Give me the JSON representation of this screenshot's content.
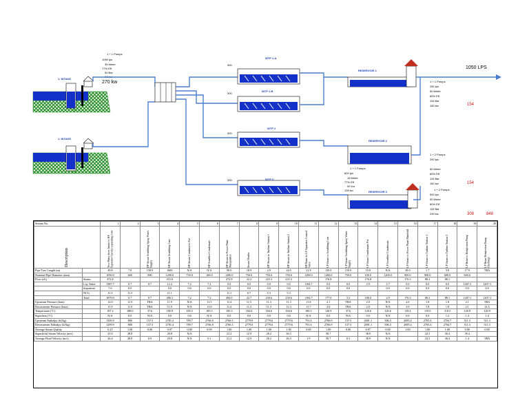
{
  "intakes": [
    {
      "label": "1. INTAKE"
    },
    {
      "label": "1. INTAKE"
    }
  ],
  "pump_intake": {
    "pumps": "1 + 1 Pumps",
    "flow": "1050  lps",
    "head": "35  Meter",
    "eff": "77%  Eff",
    "bar": "50  Bar",
    "kw": "90  kw",
    "lps": "270  kw"
  },
  "wtp": [
    {
      "label": "WTP 1-A",
      "tag": "300"
    },
    {
      "label": "WTP 1-B",
      "tag": "300"
    },
    {
      "label": "WTP 2",
      "tag": "300"
    },
    {
      "label": "WTP 3",
      "tag": "300"
    }
  ],
  "reservoirs": [
    {
      "label": "RESERVOIR 1"
    },
    {
      "label": "RESERVOIR 2"
    },
    {
      "label": "RESERVOIR 3"
    }
  ],
  "out_flow": "1050  LPS",
  "pump_r1": {
    "lines": [
      "1 + 1 Pumps",
      "250  lps",
      "50  Meter",
      "80%  Eff",
      "115  Bar",
      "160  kw"
    ],
    "red": "154"
  },
  "pump_r2": {
    "lines": [
      "1 + 2 Pumps",
      "250  lps",
      "",
      "50  Meter",
      "80%  Eff",
      "115  Bar",
      "160  kw"
    ],
    "red": "154"
  },
  "pump_r3": {
    "lines": [
      "1 + 2 Pumps",
      "500  lps",
      "50  Meter",
      "80%  Eff",
      "115  Bar",
      "290  kw"
    ],
    "red1": "308",
    "red2": "848"
  },
  "pump_mid": {
    "lines": [
      "1 + 1 Pumps",
      "600  lps",
      "18  Meter",
      "77%  Eff",
      "92  Kw",
      "108  kw"
    ]
  },
  "table": {
    "stream_label": "Stream No.",
    "desc_label": "Description",
    "columns": [
      {
        "n": "1",
        "desc": "Two-Phase from Intake to HP Separator Gravity separating zone"
      },
      {
        "n": "2",
        "desc": ""
      },
      {
        "n": "3",
        "desc": "HP Steam Scrubbing Spray Water Supply"
      },
      {
        "n": "4",
        "desc": "HP Steam Scrubbing Line"
      },
      {
        "n": "5",
        "desc": "HP Steam Condenser's Pot"
      },
      {
        "n": "6",
        "desc": "HP Scrubber Condensate"
      },
      {
        "n": "7",
        "desc": "HP Steam to Power Plant Manipulator"
      },
      {
        "n": "8",
        "desc": "Steam Header"
      },
      {
        "n": "9",
        "desc": "HP Steam to Turbine Station 1"
      },
      {
        "n": "10",
        "desc": "HP Steam to Turbine Station 2"
      },
      {
        "n": "11",
        "desc": "HP Brine to LP Separator Control Valve"
      },
      {
        "n": "12",
        "desc": "LP Steam to Scrubbing Line"
      },
      {
        "n": "13",
        "desc": "LP Steam Scrubbing Spray Water Supply"
      },
      {
        "n": "14",
        "desc": "LP Steam Condensate Pot"
      },
      {
        "n": "15",
        "desc": "LP Scrubber Condensate"
      },
      {
        "n": "16",
        "desc": "LP Steam to Power Plant Manifold"
      },
      {
        "n": "17",
        "desc": "LP Steam to Turbine Station 1"
      },
      {
        "n": "18",
        "desc": "LP Steam to Turbine Station 2"
      },
      {
        "n": "19",
        "desc": "LP Brine to Reinjection Pump"
      },
      {
        "n": "20",
        "desc": "LP Brine Reinjection Pump Discharge"
      }
    ],
    "rows": [
      {
        "label": "Pipe Tray Length (m)",
        "sub": "",
        "v": [
          "49.8",
          "7.8",
          "158.9",
          "1600",
          "N/A",
          "N/A",
          "90.0",
          "18.9",
          "4.9",
          "24.0",
          "21.8",
          "129.0",
          "159.9",
          "19.8",
          "N/A",
          "29.0",
          "1.7",
          "3.8",
          "17.9",
          "TBA"
        ]
      },
      {
        "label": "Nominal Pipe Diameter (mm)",
        "sub": "",
        "v": [
          "1050.0",
          "600",
          "800",
          "1200.0",
          "750.0",
          "100.0",
          "1200.0",
          "750.0",
          "750.0",
          "750.0",
          "1200.0",
          "1200.0",
          "750.0",
          "100.0",
          "1200.0",
          "900.0",
          "900.0",
          "600.0",
          "600.0",
          ""
        ]
      },
      {
        "label": "Flow (t/h)",
        "sub": "Steam",
        "v": [
          "472.8",
          "",
          "",
          "472.8",
          "",
          "",
          "472.8",
          "22.2",
          "225.3",
          "225.3",
          "",
          "176.8",
          "",
          "176.8",
          "",
          "176.3",
          "88.2",
          "88.1",
          "",
          ""
        ]
      },
      {
        "label": "",
        "sub": "Liq. Water",
        "v": [
          "1387.7",
          "0.7",
          "0.7",
          "12.4",
          "7.2",
          "7.2",
          "0.0",
          "0.0",
          "0.0",
          "0.0",
          "1184.7",
          "0.0",
          "0.0",
          "2.9",
          "2.7",
          "0.0",
          "0.0",
          "0.0",
          "1207.3",
          "1207.3"
        ]
      },
      {
        "label": "",
        "sub": "Impurities",
        "v": [
          "7.6",
          "0.0",
          "",
          "0.0",
          "0.0",
          "0.0",
          "0.0",
          "0.0",
          "0.0",
          "0.0",
          "0.0",
          "0.0",
          "0.0",
          "",
          "0.0",
          "0.0",
          "0.0",
          "0.0",
          "0.0",
          "0.0"
        ]
      },
      {
        "label": "",
        "sub": "NCG",
        "v": [
          "11.3",
          "11.3",
          "",
          "11.1",
          "",
          "",
          "11.1",
          "0.7",
          "5.3",
          "5.3",
          "",
          "",
          "",
          "",
          "",
          "",
          "",
          "",
          "",
          ""
        ]
      },
      {
        "label": "",
        "sub": "Total",
        "v": [
          "1879.0",
          "0.7",
          "0.7",
          "496.3",
          "7.2",
          "7.2",
          "484.0",
          "22.7",
          "230.6",
          "230.6",
          "1184.7",
          "177.0",
          "3.3",
          "180.0",
          "2.9",
          "176.3",
          "88.2",
          "88.1",
          "1207.3",
          "1207.3"
        ]
      },
      {
        "label": "Upstream Pressure (bara)",
        "sub": "",
        "v": [
          "12.0",
          "11.9",
          "TBA",
          "11.9",
          "N/A",
          "11.5",
          "11.4",
          "11.5",
          "11.3",
          "11.3",
          "11.8",
          "2.1",
          "TBA",
          "2.0",
          "N/A",
          "2.0",
          "1.8",
          "1.8",
          "2.1",
          "TBA"
        ]
      },
      {
        "label": "Downstream Pressure (bara)",
        "sub": "",
        "v": [
          "11.9",
          "11.9",
          "TBA",
          "11.9",
          "N/A",
          "11.0",
          "11.4",
          "11.3",
          "11.3",
          "11.3",
          "11.7",
          "2.0",
          "TBA",
          "2.0",
          "N/A",
          "2.0",
          "1.8",
          "1.8",
          "2.1",
          "21.5"
        ]
      },
      {
        "label": "Temperature (°C)",
        "sub": "",
        "v": [
          "187.2",
          "188.0",
          "37.6",
          "185.9",
          "185.5",
          "185.5",
          "185.5",
          "184.6",
          "184.6",
          "184.6",
          "186.5",
          "120.9",
          "37.6",
          "120.6",
          "120.6",
          "119.4",
          "119.0",
          "118.5",
          "120.9",
          "120.9"
        ]
      },
      {
        "label": "Superheat (°C)",
        "sub": "",
        "v": [
          "N/A",
          "0.0",
          "N/A",
          "0.0",
          "0.0",
          "N/A",
          "0.0",
          "0.0",
          "0.0",
          "0.0",
          "N/A",
          "0.0",
          "N/A",
          "0.0",
          "N/A",
          "0.0",
          "0.0",
          "1.2",
          "1.4",
          "1.4"
        ]
      },
      {
        "label": "Upstream Enthalpy (kJ/kg)",
        "sub": "",
        "v": [
          "1300.0",
          "800",
          "157.5",
          "2781.2",
          "789.7",
          "2766.8",
          "2766.3",
          "2779.0",
          "2779.6",
          "2779.6",
          "791.6",
          "2706.9",
          "157.5",
          "2691.1",
          "506.3",
          "2695.4",
          "2705.4",
          "2704.7",
          "511.3",
          "511.3"
        ]
      },
      {
        "label": "Downstream Enthalpy (kJ/kg)",
        "sub": "",
        "v": [
          "1299.9",
          "800",
          "157.5",
          "2781.4",
          "789.7",
          "2766.8",
          "2766.3",
          "2779.6",
          "2779.6",
          "2779.6",
          "791.6",
          "2706.9",
          "157.5",
          "2691.1",
          "506.3",
          "2695.4",
          "2705.4",
          "2704.7",
          "511.3",
          "511.3"
        ]
      },
      {
        "label": "Average Steam Quality",
        "sub": "",
        "v": [
          "0.25",
          "1.00",
          "0.00",
          "0.97",
          "0.00",
          "0.99",
          "1.00",
          "1.00",
          "1.00",
          "1.00",
          "0.00",
          "1.00",
          "0.00",
          "0.97",
          "0.00",
          "1.00",
          "1.00",
          "1.00",
          "0.00",
          "0.00"
        ]
      },
      {
        "label": "Superficial Steam Velocity (m/s)",
        "sub": "",
        "v": [
          "25.9",
          "28.8",
          "",
          "20.8",
          "N/A",
          "",
          "21.2",
          "12.9",
          "26.2",
          "26.3",
          "",
          "58.7",
          "",
          "38.9",
          "N/A",
          "",
          "22.3",
          "36.4",
          "39.4",
          "",
          ""
        ]
      },
      {
        "label": "Average Fluid Velocity (m/s)",
        "sub": "",
        "v": [
          "26.4",
          "28.8",
          "0.9",
          "20.8",
          "N/A",
          "0.1",
          "21.2",
          "12.9",
          "26.2",
          "26.3",
          "1.9",
          "58.7",
          "0.3",
          "38.9",
          "N/A",
          "",
          "22.3",
          "36.4",
          "1.4",
          "TBA"
        ]
      }
    ]
  },
  "colors": {
    "water": "#1330c8",
    "pipe": "#4a7fd0",
    "grass": "#2e9a2e",
    "roof": "#c03020",
    "red_text": "#d01010"
  }
}
